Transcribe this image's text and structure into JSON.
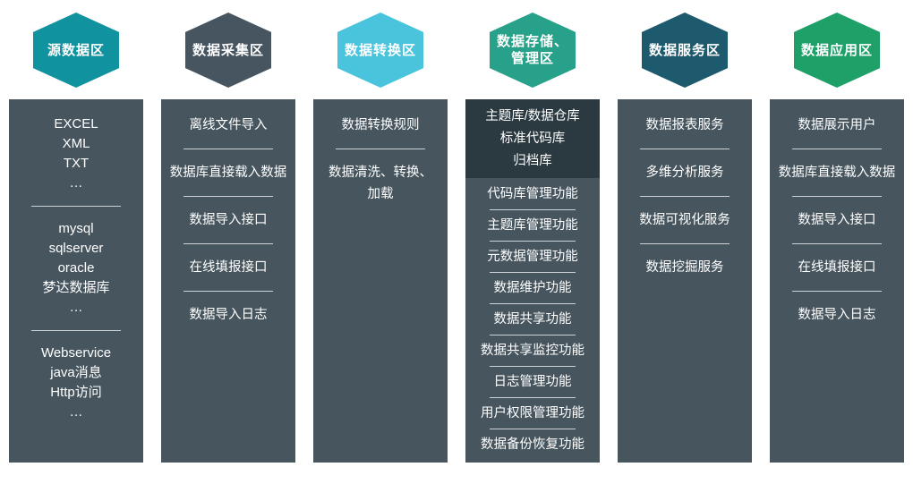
{
  "diagram": {
    "background": "#ffffff",
    "body_color": "#46555e",
    "divider_color": "#ccd2d5",
    "text_color": "#ffffff"
  },
  "columns": [
    {
      "id": "source-data",
      "header": {
        "lines": [
          "源数据区"
        ],
        "color": "#10929f"
      },
      "groups": [
        [
          "EXCEL",
          "XML",
          "TXT",
          "…"
        ],
        [
          "mysql",
          "sqlserver",
          "oracle",
          "梦达数据库",
          "…"
        ],
        [
          "Webservice",
          "java消息",
          "Http访问",
          "…"
        ]
      ]
    },
    {
      "id": "data-collection",
      "header": {
        "lines": [
          "数据采集区"
        ],
        "color": "#46555f"
      },
      "groups": [
        [
          "离线文件导入"
        ],
        [
          "数据库直接载入数据"
        ],
        [
          "数据导入接口"
        ],
        [
          "在线填报接口"
        ],
        [
          "数据导入日志"
        ]
      ]
    },
    {
      "id": "data-transform",
      "header": {
        "lines": [
          "数据转换区"
        ],
        "color": "#4ac3dc"
      },
      "groups": [
        [
          "数据转换规则"
        ],
        [
          "数据清洗、转换、",
          "加载"
        ]
      ]
    },
    {
      "id": "data-storage-management",
      "header": {
        "lines": [
          "数据存储、",
          "管理区"
        ],
        "color": "#27a189"
      },
      "top_box": {
        "lines": [
          "主题库/数据仓库",
          "标准代码库",
          "归档库"
        ],
        "color": "#2b3941"
      },
      "groups": [
        [
          "代码库管理功能"
        ],
        [
          "主题库管理功能"
        ],
        [
          "元数据管理功能"
        ],
        [
          "数据维护功能"
        ],
        [
          "数据共享功能"
        ],
        [
          "数据共享监控功能"
        ],
        [
          "日志管理功能"
        ],
        [
          "用户权限管理功能"
        ],
        [
          "数据备份恢复功能"
        ]
      ]
    },
    {
      "id": "data-service",
      "header": {
        "lines": [
          "数据服务区"
        ],
        "color": "#1d5a6d"
      },
      "groups": [
        [
          "数据报表服务"
        ],
        [
          "多维分析服务"
        ],
        [
          "数据可视化服务"
        ],
        [
          "数据挖掘服务"
        ]
      ]
    },
    {
      "id": "data-application",
      "header": {
        "lines": [
          "数据应用区"
        ],
        "color": "#1fa069"
      },
      "groups": [
        [
          "数据展示用户"
        ],
        [
          "数据库直接载入数据"
        ],
        [
          "数据导入接口"
        ],
        [
          "在线填报接口"
        ],
        [
          "数据导入日志"
        ]
      ]
    }
  ]
}
